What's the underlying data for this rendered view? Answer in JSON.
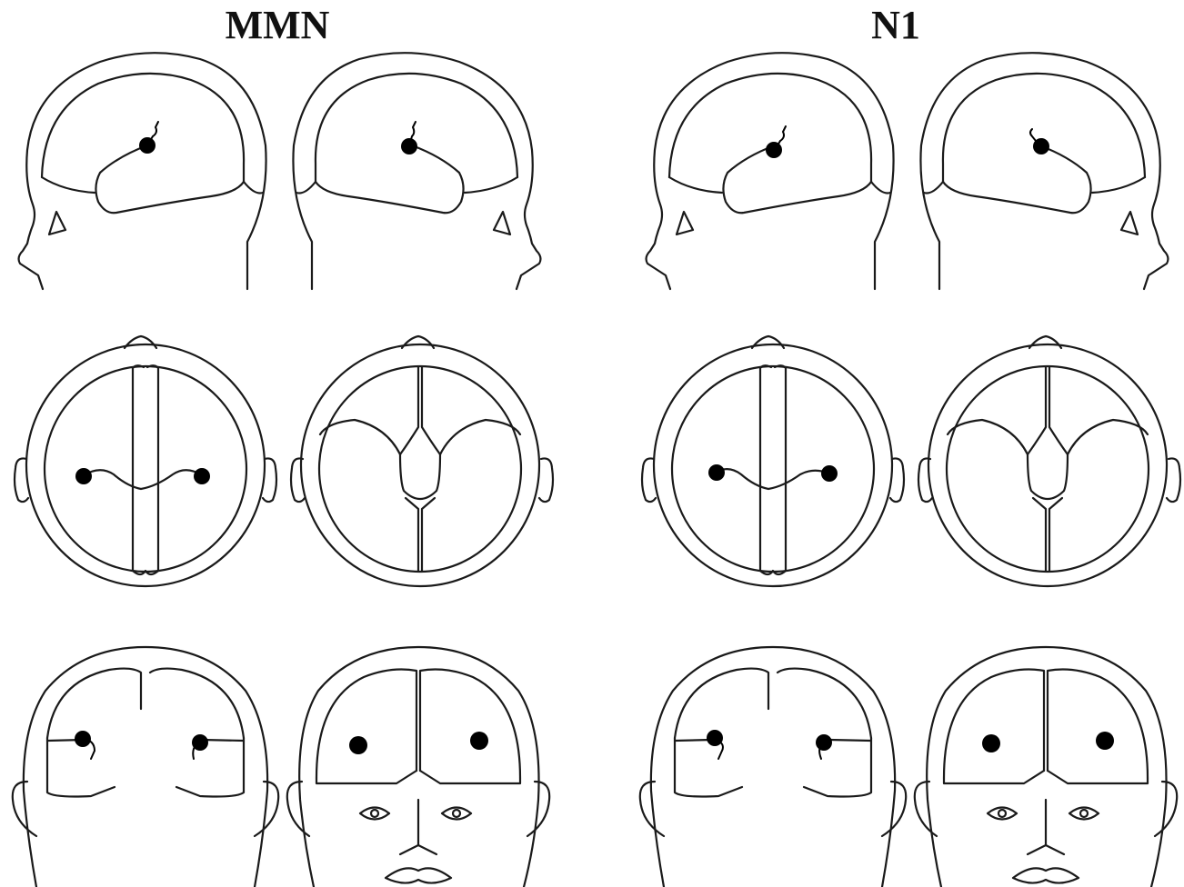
{
  "panels": [
    {
      "title": "MMN"
    },
    {
      "title": "N1"
    }
  ],
  "views": [
    "left-lateral",
    "right-lateral",
    "top",
    "top-cutaway",
    "back",
    "front"
  ],
  "colors": {
    "line": "#1a1a1a",
    "dipole": "#000000",
    "background": "#ffffff"
  }
}
